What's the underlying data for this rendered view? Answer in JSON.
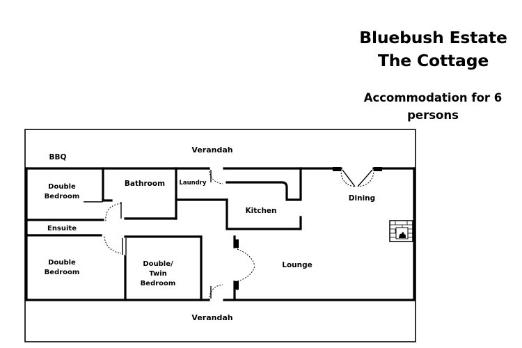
{
  "title": {
    "line1": "Bluebush Estate",
    "line2": "The Cottage",
    "subtitle": "Accommodation for 6 persons"
  },
  "rooms": {
    "verandah_top": "Verandah",
    "verandah_bottom": "Verandah",
    "bbq": "BBQ",
    "double_bedroom_1": [
      "Double",
      "Bedroom"
    ],
    "bathroom": "Bathroom",
    "laundry": "Laundry",
    "kitchen": "Kitchen",
    "dining": "Dining",
    "ensuite": "Ensuite",
    "double_bedroom_2": [
      "Double",
      "Bedroom"
    ],
    "twin_bedroom": [
      "Double/",
      "Twin",
      "Bedroom"
    ],
    "lounge": "Lounge"
  },
  "icons": {
    "fireplace": "fireplace-icon",
    "door": "door-swing-icon"
  }
}
